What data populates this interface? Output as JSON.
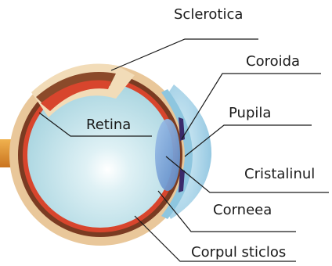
{
  "labels": {
    "sclerotica": "Sclerotica",
    "coroida": "Coroida",
    "pupila": "Pupila",
    "retina": "Retina",
    "cristalinul": "Cristalinul",
    "corneea": "Corneea",
    "corpul_sticlos": "Corpul sticlos"
  },
  "colors": {
    "sclera": "#e9c79a",
    "choroid": "#7a3b22",
    "retina": "#d8452d",
    "vitreous": "#bfe1ea",
    "lens": "#6f9fd6",
    "cornea": "#9fd0e6",
    "optic_nerve": "#e6962f",
    "leader_line": "#1a1a1a"
  }
}
